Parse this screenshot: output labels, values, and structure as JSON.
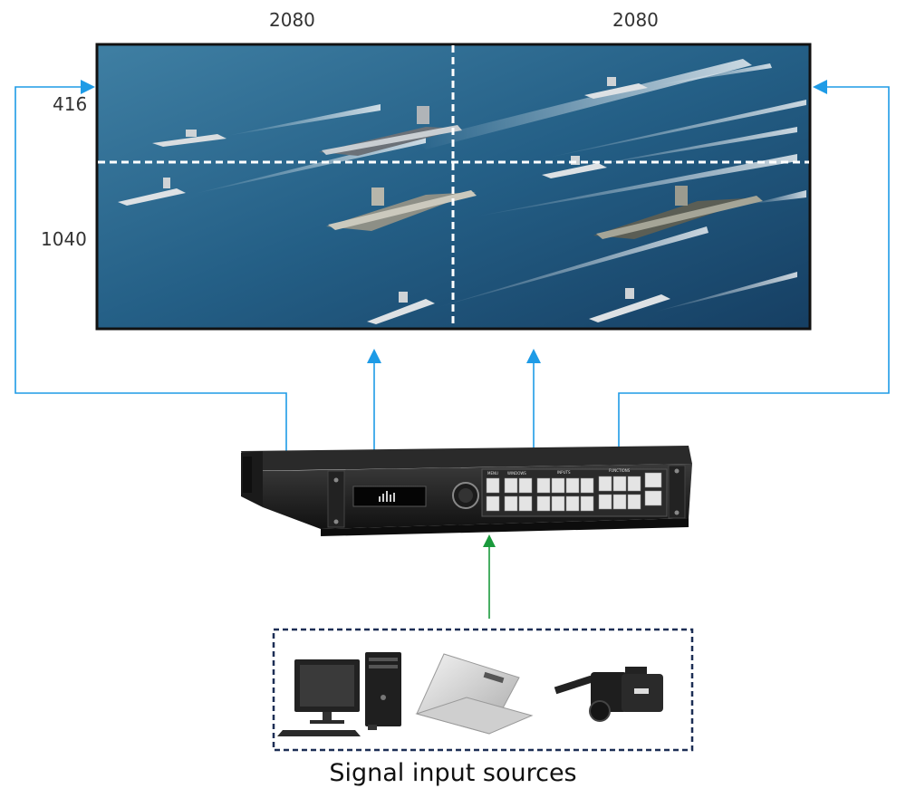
{
  "dimensions": {
    "top_left": "2080",
    "top_right": "2080",
    "left_top": "416",
    "left_bottom": "1040"
  },
  "caption": "Signal input sources",
  "colors": {
    "output_arrow": "#1e9be6",
    "input_arrow": "#1a9a3c",
    "source_box_border": "#1c2e55",
    "split_line": "#ffffff",
    "screen_frame": "#111111"
  },
  "processor": {
    "section_labels": [
      "MENU",
      "WINDOWS",
      "INPUTS",
      "FUNCTIONS"
    ]
  },
  "sources": [
    {
      "icon": "desktop-computer-icon"
    },
    {
      "icon": "laptop-icon"
    },
    {
      "icon": "video-camera-icon"
    }
  ]
}
